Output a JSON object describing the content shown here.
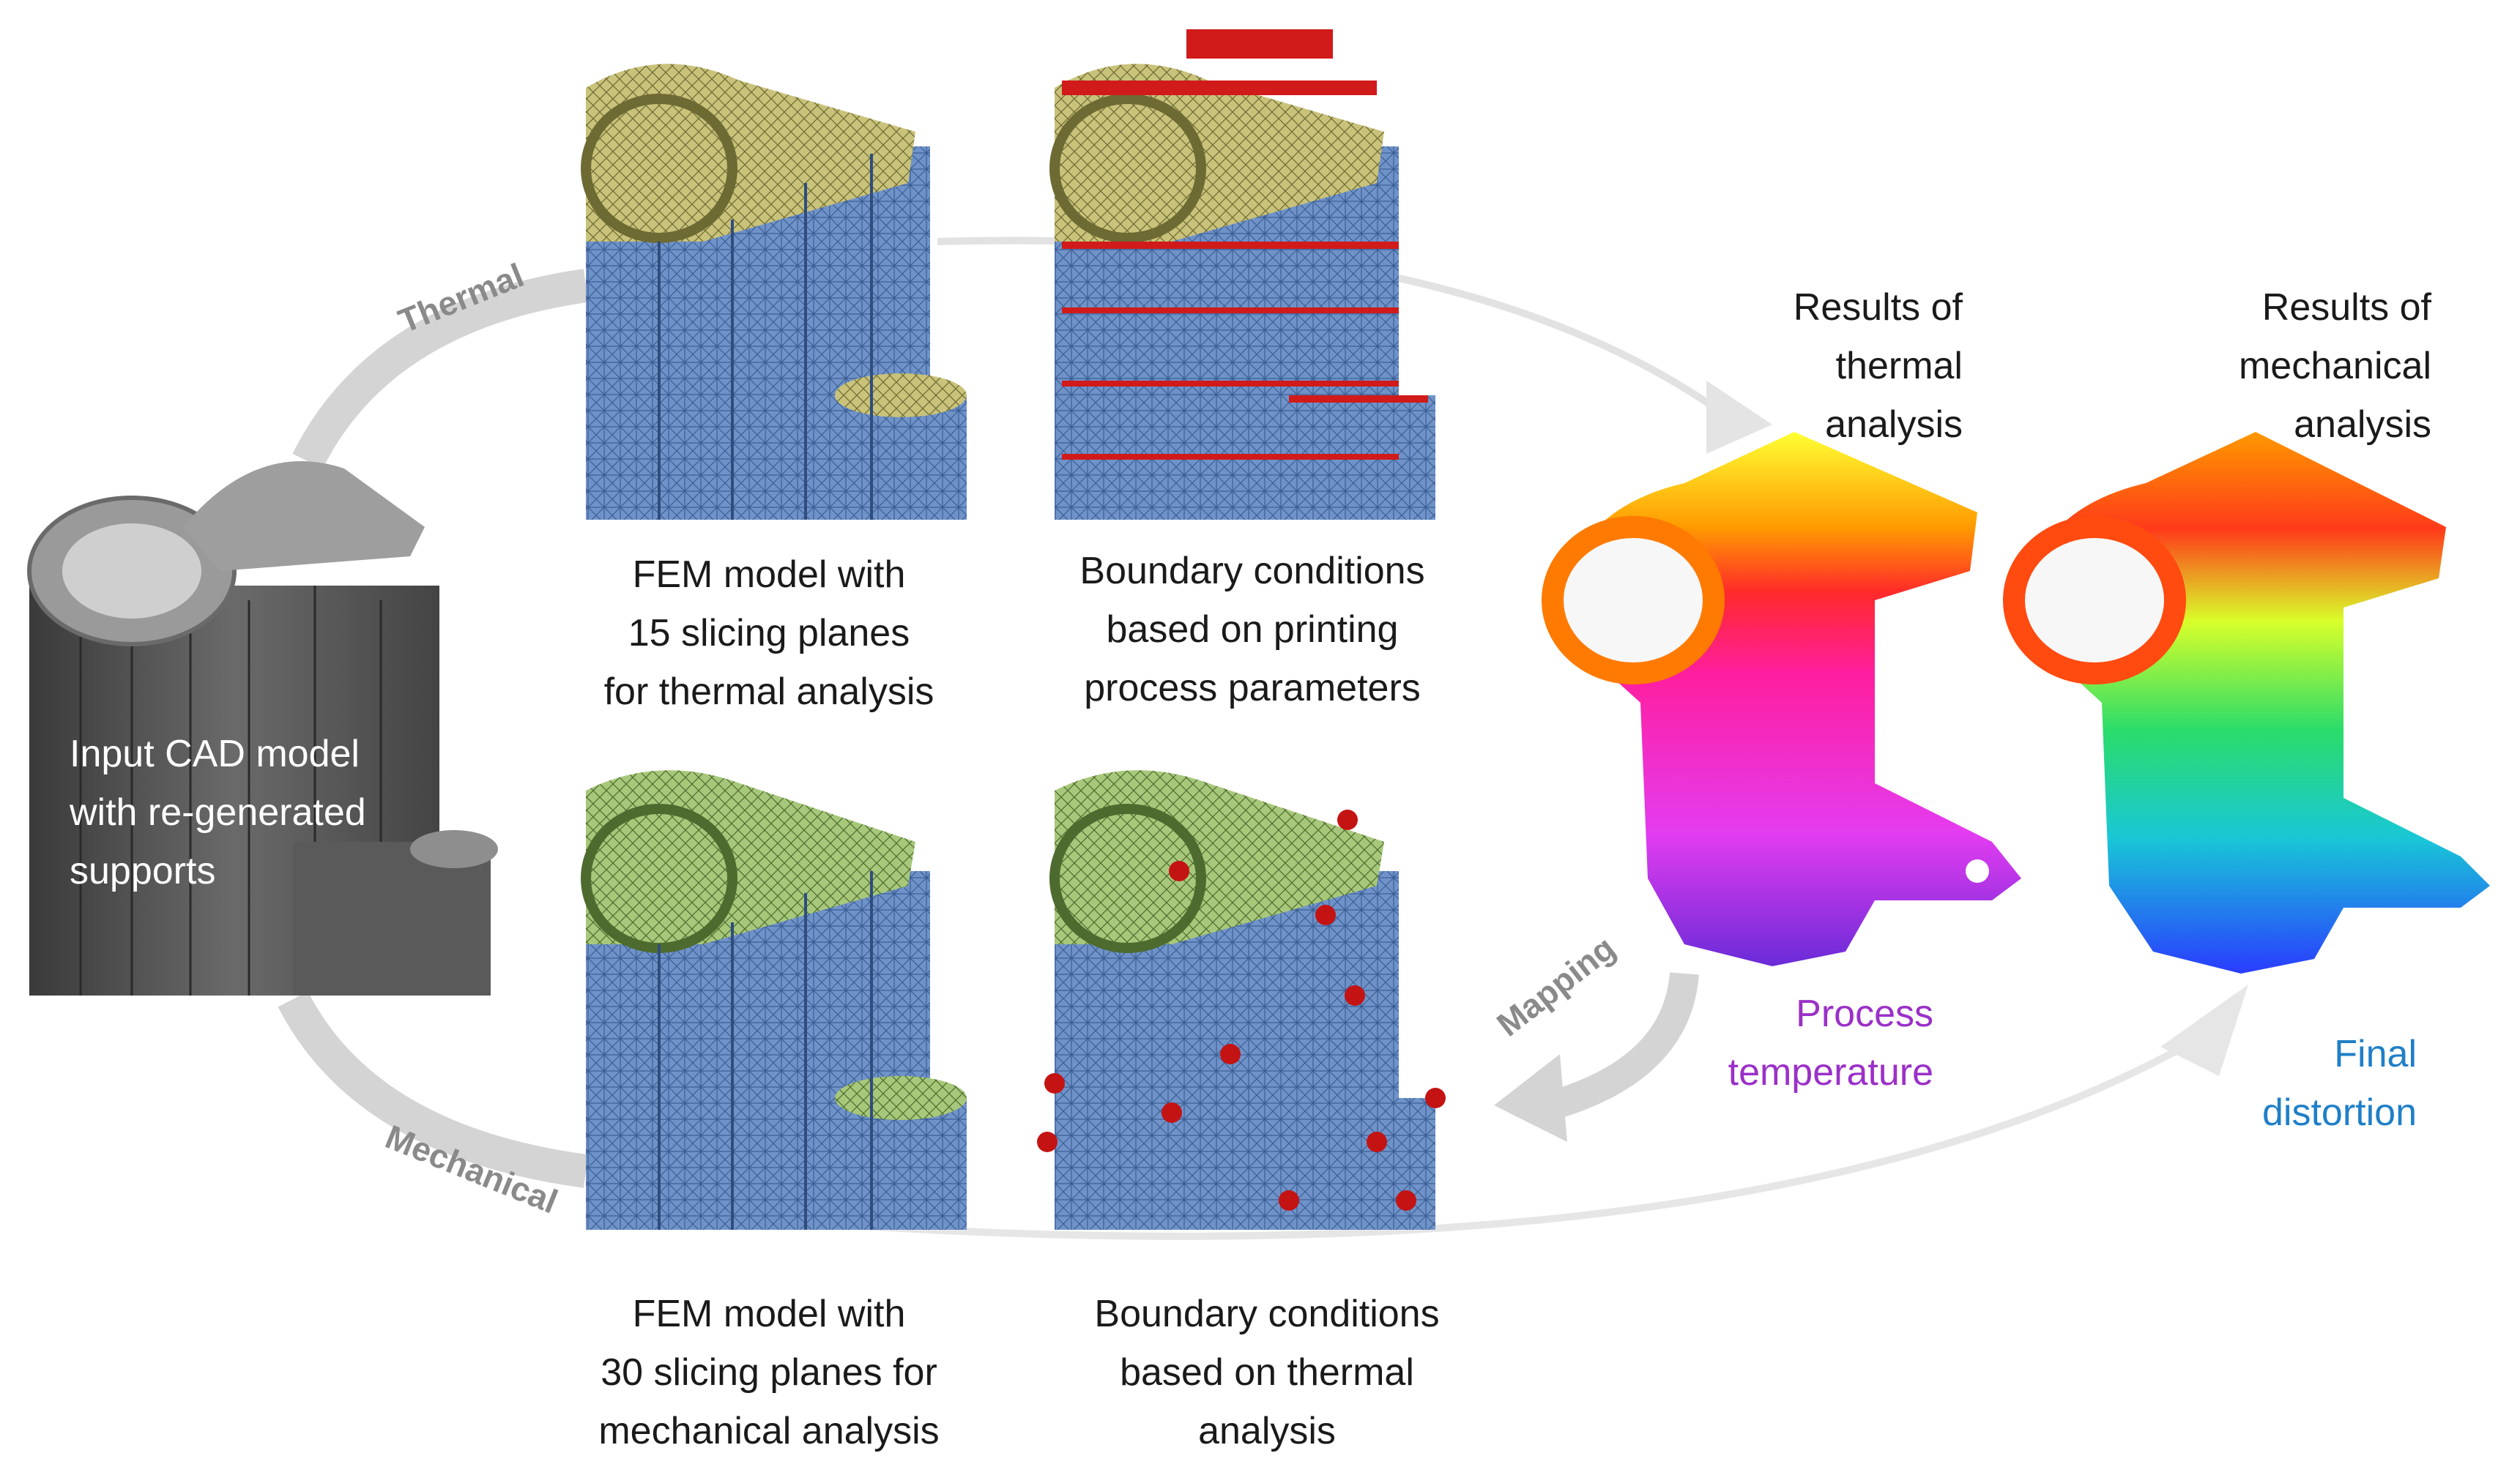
{
  "flow_labels": {
    "thermal": "Thermal",
    "mechanical": "Mechanical",
    "mapping": "Mapping"
  },
  "input": {
    "lines": [
      "Input CAD model",
      "with re-generated",
      "supports"
    ]
  },
  "thermal_fem": {
    "lines": [
      "FEM model with",
      "15 slicing planes",
      "for thermal analysis"
    ]
  },
  "thermal_bc": {
    "lines": [
      "Boundary conditions",
      "based on printing",
      "process parameters"
    ]
  },
  "mechanical_fem": {
    "lines": [
      "FEM model with",
      "30 slicing planes for",
      "mechanical analysis"
    ]
  },
  "mechanical_bc": {
    "lines": [
      "Boundary conditions",
      "based on thermal",
      "analysis"
    ]
  },
  "thermal_results": {
    "lines": [
      "Results of",
      "thermal",
      "analysis"
    ],
    "legend_lines": [
      "Process",
      "temperature"
    ]
  },
  "mechanical_results": {
    "lines": [
      "Results of",
      "mechanical",
      "analysis"
    ],
    "legend_lines": [
      "Final",
      "distortion"
    ]
  },
  "colors": {
    "arrow": "#d4d4d4",
    "arrow_text": "#8a8a8a",
    "mesh_blue": "#6f93c9",
    "mesh_yellow": "#c9c27a",
    "mesh_green": "#a7c87a",
    "cad_grey": "#555555",
    "bc_red": "#d11a1a",
    "process_temperature": "#9b30c8",
    "final_distortion": "#1f7fc8"
  }
}
